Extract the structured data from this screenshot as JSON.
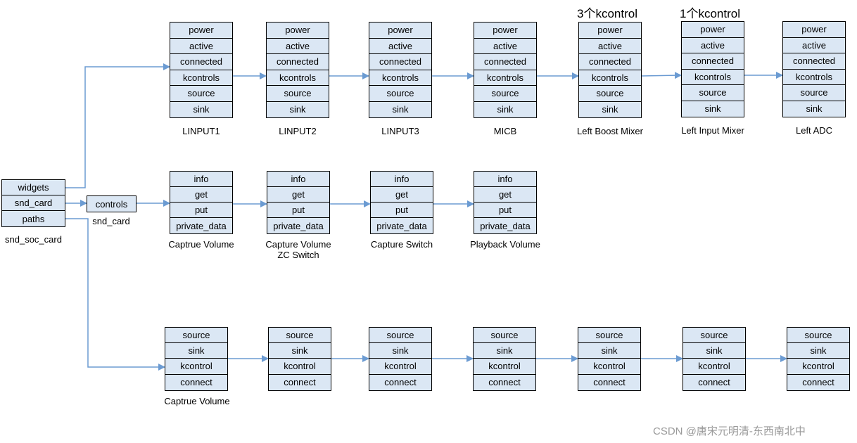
{
  "card": {
    "fields": [
      "widgets",
      "snd_card",
      "paths"
    ],
    "name": "snd_soc_card"
  },
  "controls_box": {
    "field": "controls",
    "name": "snd_card"
  },
  "widget_fields": [
    "power",
    "active",
    "connected",
    "kcontrols",
    "source",
    "sink"
  ],
  "widgets": [
    {
      "name": "LINPUT1",
      "note": ""
    },
    {
      "name": "LINPUT2",
      "note": ""
    },
    {
      "name": "LINPUT3",
      "note": ""
    },
    {
      "name": "MICB",
      "note": ""
    },
    {
      "name": "Left Boost Mixer",
      "note": "3个kcontrol"
    },
    {
      "name": "Left Input Mixer",
      "note": "1个kcontrol"
    },
    {
      "name": "Left ADC",
      "note": ""
    }
  ],
  "control_fields": [
    "info",
    "get",
    "put",
    "private_data"
  ],
  "controls": [
    {
      "name": "Captrue Volume"
    },
    {
      "name": "Capture Volume\nZC Switch"
    },
    {
      "name": "Capture Switch"
    },
    {
      "name": "Playback Volume"
    }
  ],
  "path_fields": [
    "source",
    "sink",
    "kcontrol",
    "connect"
  ],
  "path_count": 7,
  "path_name": "Captrue Volume",
  "watermark": "CSDN @唐宋元明清-东西南北中",
  "colors": {
    "cell_fill": "#dbe7f4",
    "arrow": "#6b9bd2",
    "border": "#000000"
  }
}
